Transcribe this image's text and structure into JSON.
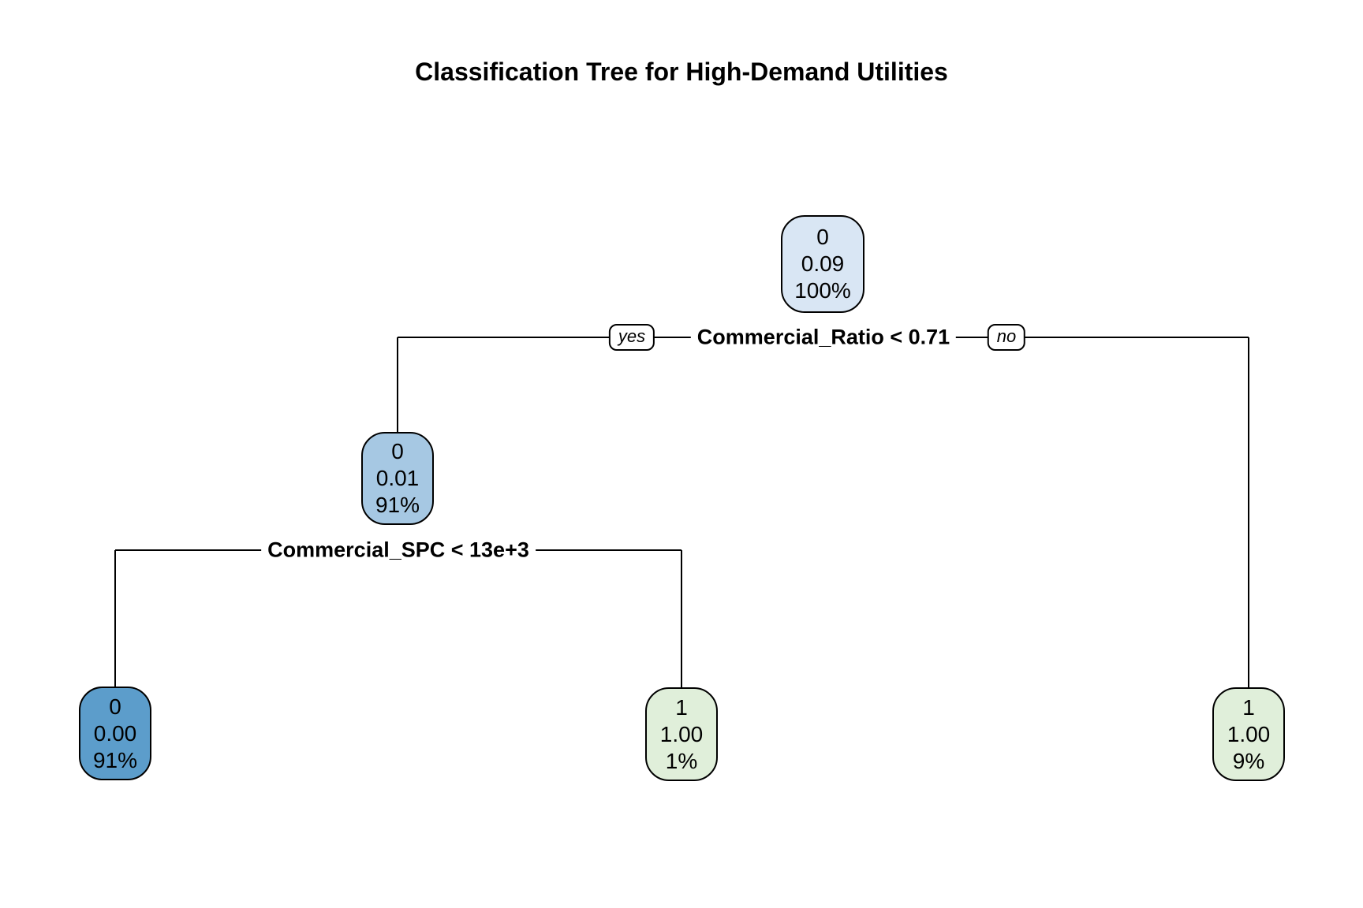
{
  "title": "Classification Tree for High-Demand Utilities",
  "diagram_type": "classification-tree",
  "nodes": {
    "root": {
      "class_label": "0",
      "prob": "0.09",
      "coverage": "100%",
      "fill": "#D9E6F4"
    },
    "left": {
      "class_label": "0",
      "prob": "0.01",
      "coverage": "91%",
      "fill": "#A6C8E3"
    },
    "leaf_ll": {
      "class_label": "0",
      "prob": "0.00",
      "coverage": "91%",
      "fill": "#5C9DCB"
    },
    "leaf_lr": {
      "class_label": "1",
      "prob": "1.00",
      "coverage": "1%",
      "fill": "#E0EFDA"
    },
    "leaf_r": {
      "class_label": "1",
      "prob": "1.00",
      "coverage": "9%",
      "fill": "#E0EFDA"
    }
  },
  "splits": {
    "split1": {
      "condition": "Commercial_Ratio < 0.71",
      "yes_label": "yes",
      "no_label": "no"
    },
    "split2": {
      "condition": "Commercial_SPC < 13e+3"
    }
  },
  "edge_color": "#000000",
  "tree_structure": {
    "root": {
      "split": "Commercial_Ratio < 0.71",
      "yes": {
        "node": "0 0.01 91%",
        "split": "Commercial_SPC < 13e+3",
        "yes": {
          "leaf": "0 0.00 91%"
        },
        "no": {
          "leaf": "1 1.00 1%"
        }
      },
      "no": {
        "leaf": "1 1.00 9%"
      }
    }
  }
}
